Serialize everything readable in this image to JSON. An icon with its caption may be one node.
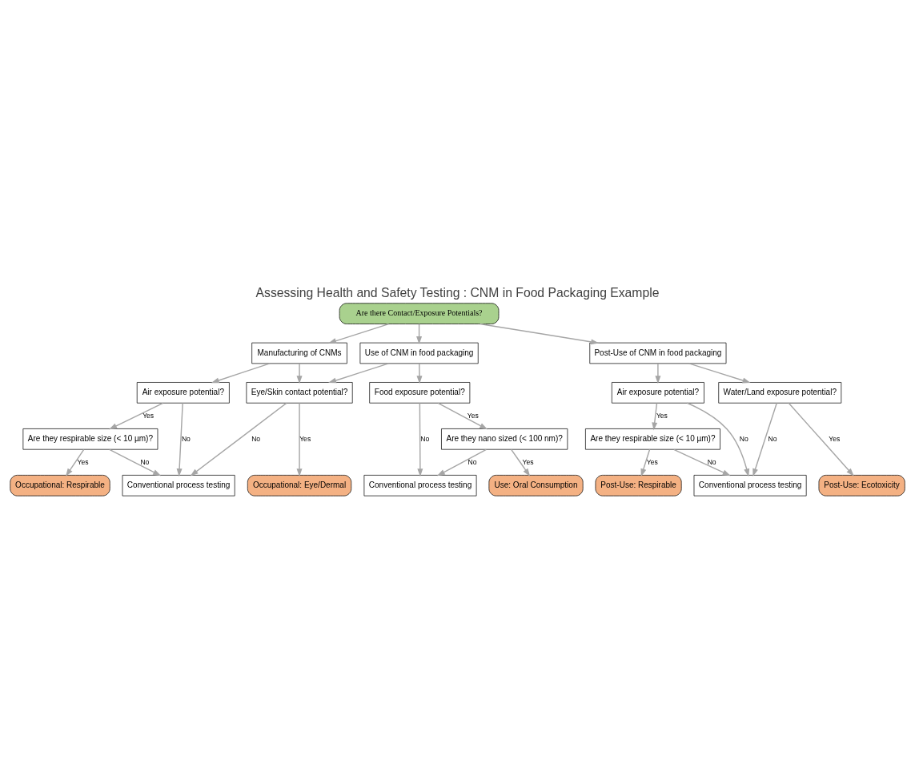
{
  "diagram": {
    "title": "Assessing Health and Safety Testing : CNM in Food Packaging Example",
    "nodes": [
      {
        "text": [
          "Are there Contact/Exposure Potentials?"
        ]
      },
      {
        "text": [
          "Manufacturing of CNMs"
        ]
      },
      {
        "text": [
          "Use of CNM in food packaging"
        ]
      },
      {
        "text": [
          "Post-Use of CNM in food packaging"
        ]
      },
      {
        "text": [
          "Air exposure potential?"
        ]
      },
      {
        "text": [
          "Eye/Skin contact potential?"
        ]
      },
      {
        "text": [
          "Food exposure potential?"
        ]
      },
      {
        "text": [
          "Air exposure potential?"
        ]
      },
      {
        "text": [
          "Water/Land exposure potential?"
        ]
      },
      {
        "text": [
          "Conventional process testing"
        ]
      },
      {
        "text": [
          "Conventional process testing"
        ]
      },
      {
        "text": [
          "Conventional process testing"
        ]
      },
      {
        "text": [
          "Are they respirable size (< 10 µm)?"
        ]
      },
      {
        "text": [
          "Are they nano sized (< 100 nm)?"
        ]
      },
      {
        "text": [
          "Are they respirable size (< 10 µm)?"
        ]
      },
      {
        "text": [
          "Occupational: Respirable"
        ]
      },
      {
        "text": [
          "Occupational: Eye/Dermal"
        ]
      },
      {
        "text": [
          "Use: Oral Consumption"
        ]
      },
      {
        "text": [
          "Post-Use: Respirable"
        ]
      },
      {
        "text": [
          "Post-Use: Ecotoxicity"
        ]
      }
    ],
    "edges": [
      {
        "from": 0,
        "to": 1,
        "arrow": "to"
      },
      {
        "from": 0,
        "to": 2,
        "arrow": "to"
      },
      {
        "from": 0,
        "to": 3,
        "arrow": "to"
      },
      {
        "from": 1,
        "to": 4,
        "arrow": "to"
      },
      {
        "from": 1,
        "to": 5,
        "arrow": "to"
      },
      {
        "from": 2,
        "to": 5,
        "arrow": "to"
      },
      {
        "from": 2,
        "to": 6,
        "arrow": "to"
      },
      {
        "from": 3,
        "to": 7,
        "arrow": "to"
      },
      {
        "from": 3,
        "to": 8,
        "arrow": "to"
      },
      {
        "from": 4,
        "to": 12,
        "arrow": "to",
        "label": "Yes"
      },
      {
        "from": 4,
        "to": 9,
        "arrow": "to",
        "label": "No"
      },
      {
        "from": 5,
        "to": 9,
        "arrow": "to",
        "label": "No"
      },
      {
        "from": 5,
        "to": 16,
        "arrow": "to",
        "label": "Yes"
      },
      {
        "from": 6,
        "to": 10,
        "arrow": "to",
        "label": "No"
      },
      {
        "from": 6,
        "to": 13,
        "arrow": "to",
        "label": "Yes"
      },
      {
        "from": 7,
        "to": 14,
        "arrow": "to",
        "label": "Yes"
      },
      {
        "from": 7,
        "to": 11,
        "arrow": "to",
        "label": "No"
      },
      {
        "from": 8,
        "to": 11,
        "arrow": "to",
        "label": "No"
      },
      {
        "from": 8,
        "to": 19,
        "arrow": "to",
        "label": "Yes"
      },
      {
        "from": 12,
        "to": 9,
        "arrow": "to",
        "label": "No"
      },
      {
        "from": 12,
        "to": 15,
        "arrow": "to",
        "label": "Yes"
      },
      {
        "from": 13,
        "to": 10,
        "arrow": "to",
        "label": "No"
      },
      {
        "from": 13,
        "to": 17,
        "arrow": "to",
        "label": "Yes"
      },
      {
        "from": 14,
        "to": 11,
        "arrow": "to",
        "label": "No"
      },
      {
        "from": 14,
        "to": 18,
        "arrow": "to",
        "label": "Yes"
      }
    ]
  }
}
